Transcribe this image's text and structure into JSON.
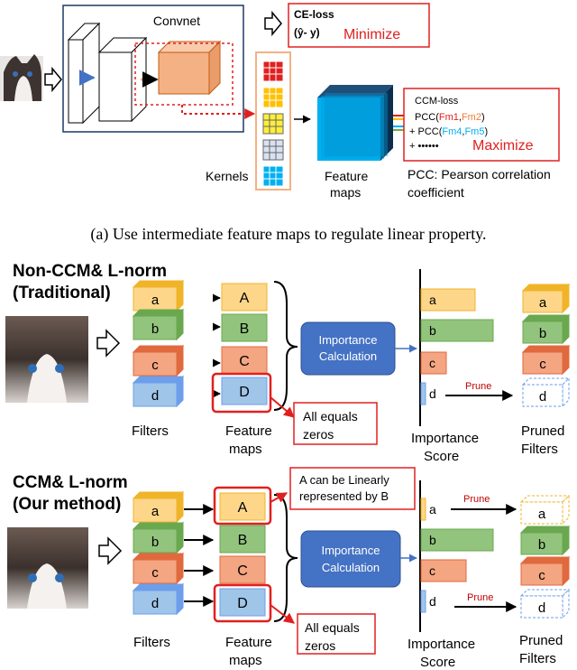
{
  "top": {
    "convnet_label": "Convnet",
    "ce_loss_title": "CE-loss",
    "ce_loss_formula": "(ŷ- y)",
    "minimize": "Minimize",
    "kernels_label": "Kernels",
    "feature_maps_label_1": "Feature",
    "feature_maps_label_2": "maps",
    "ccm_loss_title": "CCM-loss",
    "pcc_line1_prefix": "PCC(",
    "pcc_line1_fm_a": "Fm1",
    "pcc_line1_sep": ",",
    "pcc_line1_fm_b": "Fm2",
    "pcc_line1_suffix": ")",
    "pcc_line2_prefix": "+ PCC(",
    "pcc_line2_fm_a": "Fm4",
    "pcc_line2_sep": ",",
    "pcc_line2_fm_b": "Fm5",
    "pcc_line2_suffix": ")",
    "pcc_line3": "+  ••••••",
    "maximize": "Maximize",
    "pcc_def_1": "PCC: Pearson correlation",
    "pcc_def_2": "coefficient",
    "caption": "(a) Use intermediate feature maps to regulate linear property."
  },
  "traditional": {
    "title_1": "Non-CCM& L-norm",
    "title_2": "(Traditional)",
    "filters": [
      "a",
      "b",
      "c",
      "d"
    ],
    "feature_maps": [
      "A",
      "B",
      "C",
      "D"
    ],
    "importance_label_1": "Importance",
    "importance_label_2": "Calculation",
    "scores": [
      "a",
      "b",
      "c",
      "d"
    ],
    "prune_label": "Prune",
    "pruned": [
      "a",
      "b",
      "c",
      "d"
    ],
    "note_1": "All equals",
    "note_2": "zeros",
    "filters_label": "Filters",
    "feature_label_1": "Feature",
    "feature_label_2": "maps",
    "score_label_1": "Importance",
    "score_label_2": "Score",
    "pruned_label_1": "Pruned",
    "pruned_label_2": "Filters"
  },
  "ours": {
    "title_1": "CCM& L-norm",
    "title_2": "(Our method)",
    "filters": [
      "a",
      "b",
      "c",
      "d"
    ],
    "feature_maps": [
      "A",
      "B",
      "C",
      "D"
    ],
    "importance_label_1": "Importance",
    "importance_label_2": "Calculation",
    "scores": [
      "a",
      "b",
      "c",
      "d"
    ],
    "prune_label_1": "Prune",
    "prune_label_2": "Prune",
    "pruned": [
      "a",
      "b",
      "c",
      "d"
    ],
    "linear_note_1": "A can be Linearly",
    "linear_note_2": "represented by B",
    "note_1": "All equals",
    "note_2": "zeros",
    "filters_label": "Filters",
    "feature_label_1": "Feature",
    "feature_label_2": "maps",
    "score_label_1": "Importance",
    "score_label_2": "Score",
    "pruned_label_1": "Pruned",
    "pruned_label_2": "Filters"
  },
  "colors": {
    "yellow": "#fdd68a",
    "green": "#92c47d",
    "salmon": "#f4a582",
    "blue": "#9fc5e8",
    "navy": "#4472c4",
    "red": "#e02020",
    "cyan": "#00b0f0",
    "orange": "#f4b183"
  }
}
